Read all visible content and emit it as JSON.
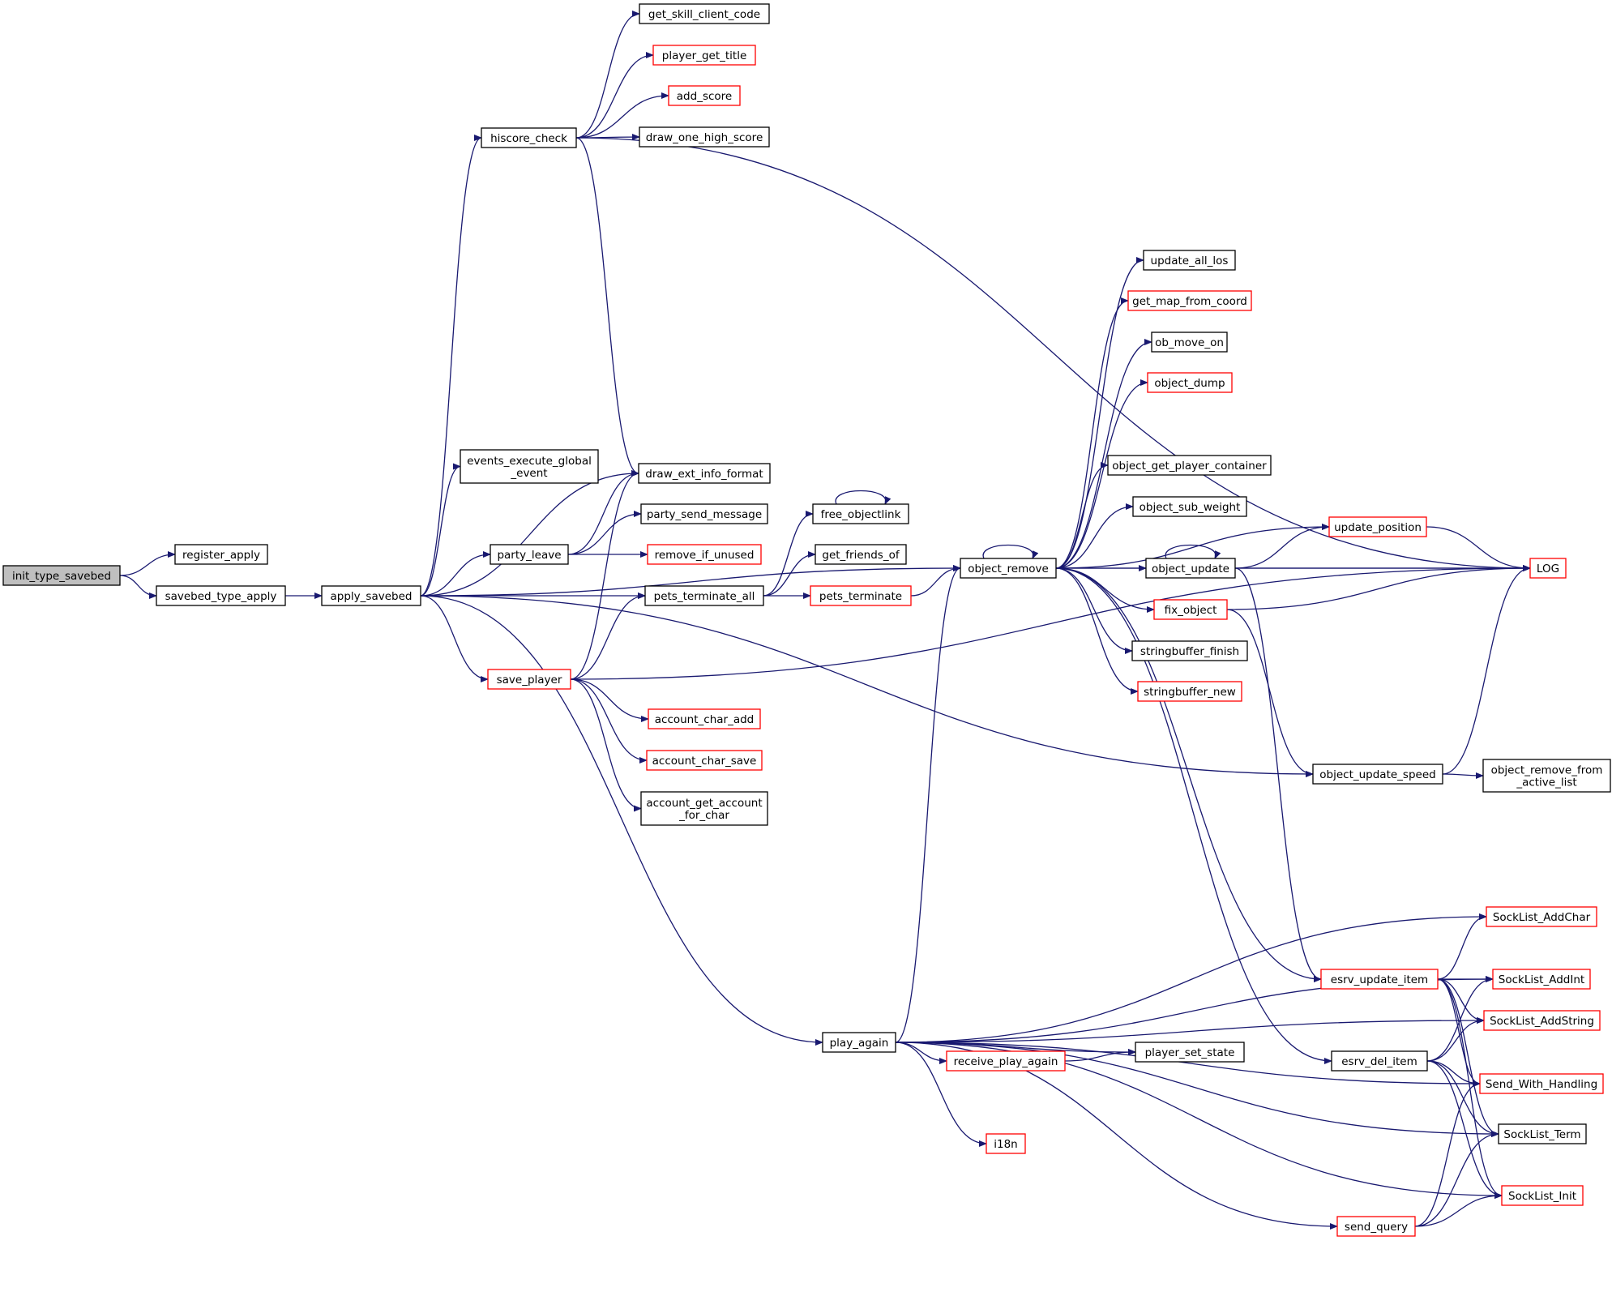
{
  "nodes": [
    {
      "id": "init_type_savebed",
      "lines": [
        "init_type_savebed"
      ],
      "root": true
    },
    {
      "id": "register_apply",
      "lines": [
        "register_apply"
      ]
    },
    {
      "id": "savebed_type_apply",
      "lines": [
        "savebed_type_apply"
      ]
    },
    {
      "id": "apply_savebed",
      "lines": [
        "apply_savebed"
      ]
    },
    {
      "id": "hiscore_check",
      "lines": [
        "hiscore_check"
      ]
    },
    {
      "id": "get_skill_client_code",
      "lines": [
        "get_skill_client_code"
      ]
    },
    {
      "id": "player_get_title",
      "lines": [
        "player_get_title"
      ],
      "truncated": true
    },
    {
      "id": "add_score",
      "lines": [
        "add_score"
      ],
      "truncated": true
    },
    {
      "id": "draw_one_high_score",
      "lines": [
        "draw_one_high_score"
      ]
    },
    {
      "id": "events_execute_global_event",
      "lines": [
        "events_execute_global",
        "_event"
      ]
    },
    {
      "id": "draw_ext_info_format",
      "lines": [
        "draw_ext_info_format"
      ]
    },
    {
      "id": "party_send_message",
      "lines": [
        "party_send_message"
      ]
    },
    {
      "id": "party_leave",
      "lines": [
        "party_leave"
      ]
    },
    {
      "id": "remove_if_unused",
      "lines": [
        "remove_if_unused"
      ],
      "truncated": true
    },
    {
      "id": "pets_terminate_all",
      "lines": [
        "pets_terminate_all"
      ]
    },
    {
      "id": "save_player",
      "lines": [
        "save_player"
      ],
      "truncated": true
    },
    {
      "id": "account_char_add",
      "lines": [
        "account_char_add"
      ],
      "truncated": true
    },
    {
      "id": "account_char_save",
      "lines": [
        "account_char_save"
      ],
      "truncated": true
    },
    {
      "id": "account_get_account_for_char",
      "lines": [
        "account_get_account",
        "_for_char"
      ]
    },
    {
      "id": "free_objectlink",
      "lines": [
        "free_objectlink"
      ]
    },
    {
      "id": "get_friends_of",
      "lines": [
        "get_friends_of"
      ]
    },
    {
      "id": "pets_terminate",
      "lines": [
        "pets_terminate"
      ],
      "truncated": true
    },
    {
      "id": "object_remove",
      "lines": [
        "object_remove"
      ]
    },
    {
      "id": "update_all_los",
      "lines": [
        "update_all_los"
      ]
    },
    {
      "id": "get_map_from_coord",
      "lines": [
        "get_map_from_coord"
      ],
      "truncated": true
    },
    {
      "id": "ob_move_on",
      "lines": [
        "ob_move_on"
      ]
    },
    {
      "id": "object_dump",
      "lines": [
        "object_dump"
      ],
      "truncated": true
    },
    {
      "id": "object_get_player_container",
      "lines": [
        "object_get_player_container"
      ]
    },
    {
      "id": "object_sub_weight",
      "lines": [
        "object_sub_weight"
      ]
    },
    {
      "id": "object_update",
      "lines": [
        "object_update"
      ]
    },
    {
      "id": "update_position",
      "lines": [
        "update_position"
      ],
      "truncated": true
    },
    {
      "id": "fix_object",
      "lines": [
        "fix_object"
      ],
      "truncated": true
    },
    {
      "id": "stringbuffer_finish",
      "lines": [
        "stringbuffer_finish"
      ]
    },
    {
      "id": "stringbuffer_new",
      "lines": [
        "stringbuffer_new"
      ],
      "truncated": true
    },
    {
      "id": "LOG",
      "lines": [
        "LOG"
      ],
      "truncated": true
    },
    {
      "id": "object_update_speed",
      "lines": [
        "object_update_speed"
      ]
    },
    {
      "id": "object_remove_from_active_list",
      "lines": [
        "object_remove_from",
        "_active_list"
      ]
    },
    {
      "id": "play_again",
      "lines": [
        "play_again"
      ]
    },
    {
      "id": "receive_play_again",
      "lines": [
        "receive_play_again"
      ],
      "truncated": true
    },
    {
      "id": "player_set_state",
      "lines": [
        "player_set_state"
      ]
    },
    {
      "id": "i18n",
      "lines": [
        "i18n"
      ],
      "truncated": true
    },
    {
      "id": "send_query",
      "lines": [
        "send_query"
      ],
      "truncated": true
    },
    {
      "id": "esrv_update_item",
      "lines": [
        "esrv_update_item"
      ],
      "truncated": true
    },
    {
      "id": "esrv_del_item",
      "lines": [
        "esrv_del_item"
      ]
    },
    {
      "id": "SockList_AddChar",
      "lines": [
        "SockList_AddChar"
      ],
      "truncated": true
    },
    {
      "id": "SockList_AddInt",
      "lines": [
        "SockList_AddInt"
      ],
      "truncated": true
    },
    {
      "id": "SockList_AddString",
      "lines": [
        "SockList_AddString"
      ],
      "truncated": true
    },
    {
      "id": "Send_With_Handling",
      "lines": [
        "Send_With_Handling"
      ],
      "truncated": true
    },
    {
      "id": "SockList_Term",
      "lines": [
        "SockList_Term"
      ]
    },
    {
      "id": "SockList_Init",
      "lines": [
        "SockList_Init"
      ],
      "truncated": true
    }
  ],
  "edges": [
    [
      "init_type_savebed",
      "register_apply"
    ],
    [
      "init_type_savebed",
      "savebed_type_apply"
    ],
    [
      "savebed_type_apply",
      "apply_savebed"
    ],
    [
      "apply_savebed",
      "hiscore_check"
    ],
    [
      "apply_savebed",
      "events_execute_global_event"
    ],
    [
      "apply_savebed",
      "draw_ext_info_format"
    ],
    [
      "apply_savebed",
      "party_leave"
    ],
    [
      "apply_savebed",
      "pets_terminate_all"
    ],
    [
      "apply_savebed",
      "save_player"
    ],
    [
      "apply_savebed",
      "object_remove"
    ],
    [
      "apply_savebed",
      "object_update_speed"
    ],
    [
      "apply_savebed",
      "play_again"
    ],
    [
      "hiscore_check",
      "get_skill_client_code"
    ],
    [
      "hiscore_check",
      "player_get_title"
    ],
    [
      "hiscore_check",
      "add_score"
    ],
    [
      "hiscore_check",
      "draw_one_high_score"
    ],
    [
      "hiscore_check",
      "draw_ext_info_format"
    ],
    [
      "hiscore_check",
      "LOG"
    ],
    [
      "party_leave",
      "draw_ext_info_format"
    ],
    [
      "party_leave",
      "party_send_message"
    ],
    [
      "party_leave",
      "remove_if_unused"
    ],
    [
      "pets_terminate_all",
      "free_objectlink"
    ],
    [
      "pets_terminate_all",
      "get_friends_of"
    ],
    [
      "pets_terminate_all",
      "pets_terminate"
    ],
    [
      "pets_terminate",
      "object_remove"
    ],
    [
      "free_objectlink",
      "free_objectlink"
    ],
    [
      "save_player",
      "draw_ext_info_format"
    ],
    [
      "save_player",
      "pets_terminate_all"
    ],
    [
      "save_player",
      "account_char_add"
    ],
    [
      "save_player",
      "account_char_save"
    ],
    [
      "save_player",
      "account_get_account_for_char"
    ],
    [
      "save_player",
      "LOG"
    ],
    [
      "object_remove",
      "object_remove"
    ],
    [
      "object_remove",
      "update_all_los"
    ],
    [
      "object_remove",
      "get_map_from_coord"
    ],
    [
      "object_remove",
      "ob_move_on"
    ],
    [
      "object_remove",
      "object_dump"
    ],
    [
      "object_remove",
      "update_position"
    ],
    [
      "object_remove",
      "object_get_player_container"
    ],
    [
      "object_remove",
      "object_sub_weight"
    ],
    [
      "object_remove",
      "object_update"
    ],
    [
      "object_remove",
      "fix_object"
    ],
    [
      "object_remove",
      "stringbuffer_finish"
    ],
    [
      "object_remove",
      "stringbuffer_new"
    ],
    [
      "object_remove",
      "LOG"
    ],
    [
      "object_remove",
      "esrv_update_item"
    ],
    [
      "object_remove",
      "esrv_del_item"
    ],
    [
      "object_update",
      "object_update"
    ],
    [
      "object_update",
      "update_position"
    ],
    [
      "object_update",
      "LOG"
    ],
    [
      "object_update",
      "esrv_update_item"
    ],
    [
      "update_position",
      "LOG"
    ],
    [
      "fix_object",
      "LOG"
    ],
    [
      "fix_object",
      "object_update_speed"
    ],
    [
      "object_update_speed",
      "LOG"
    ],
    [
      "object_update_speed",
      "object_remove_from_active_list"
    ],
    [
      "play_again",
      "object_remove"
    ],
    [
      "play_again",
      "SockList_AddChar"
    ],
    [
      "play_again",
      "SockList_AddInt"
    ],
    [
      "play_again",
      "SockList_AddString"
    ],
    [
      "play_again",
      "player_set_state"
    ],
    [
      "play_again",
      "receive_play_again"
    ],
    [
      "play_again",
      "Send_With_Handling"
    ],
    [
      "play_again",
      "i18n"
    ],
    [
      "play_again",
      "SockList_Term"
    ],
    [
      "play_again",
      "send_query"
    ],
    [
      "play_again",
      "SockList_Init"
    ],
    [
      "receive_play_again",
      "player_set_state"
    ],
    [
      "esrv_update_item",
      "SockList_AddChar"
    ],
    [
      "esrv_update_item",
      "SockList_AddInt"
    ],
    [
      "esrv_update_item",
      "SockList_AddString"
    ],
    [
      "esrv_update_item",
      "Send_With_Handling"
    ],
    [
      "esrv_update_item",
      "SockList_Term"
    ],
    [
      "esrv_update_item",
      "SockList_Init"
    ],
    [
      "esrv_del_item",
      "SockList_AddInt"
    ],
    [
      "esrv_del_item",
      "SockList_AddString"
    ],
    [
      "esrv_del_item",
      "Send_With_Handling"
    ],
    [
      "esrv_del_item",
      "SockList_Term"
    ],
    [
      "esrv_del_item",
      "SockList_Init"
    ],
    [
      "send_query",
      "Send_With_Handling"
    ],
    [
      "send_query",
      "SockList_Term"
    ],
    [
      "send_query",
      "SockList_Init"
    ]
  ],
  "colors": {
    "edge": "#191970",
    "node_border": "#000000",
    "truncated_border": "#ff0000",
    "root_fill": "#bfbfbf"
  }
}
